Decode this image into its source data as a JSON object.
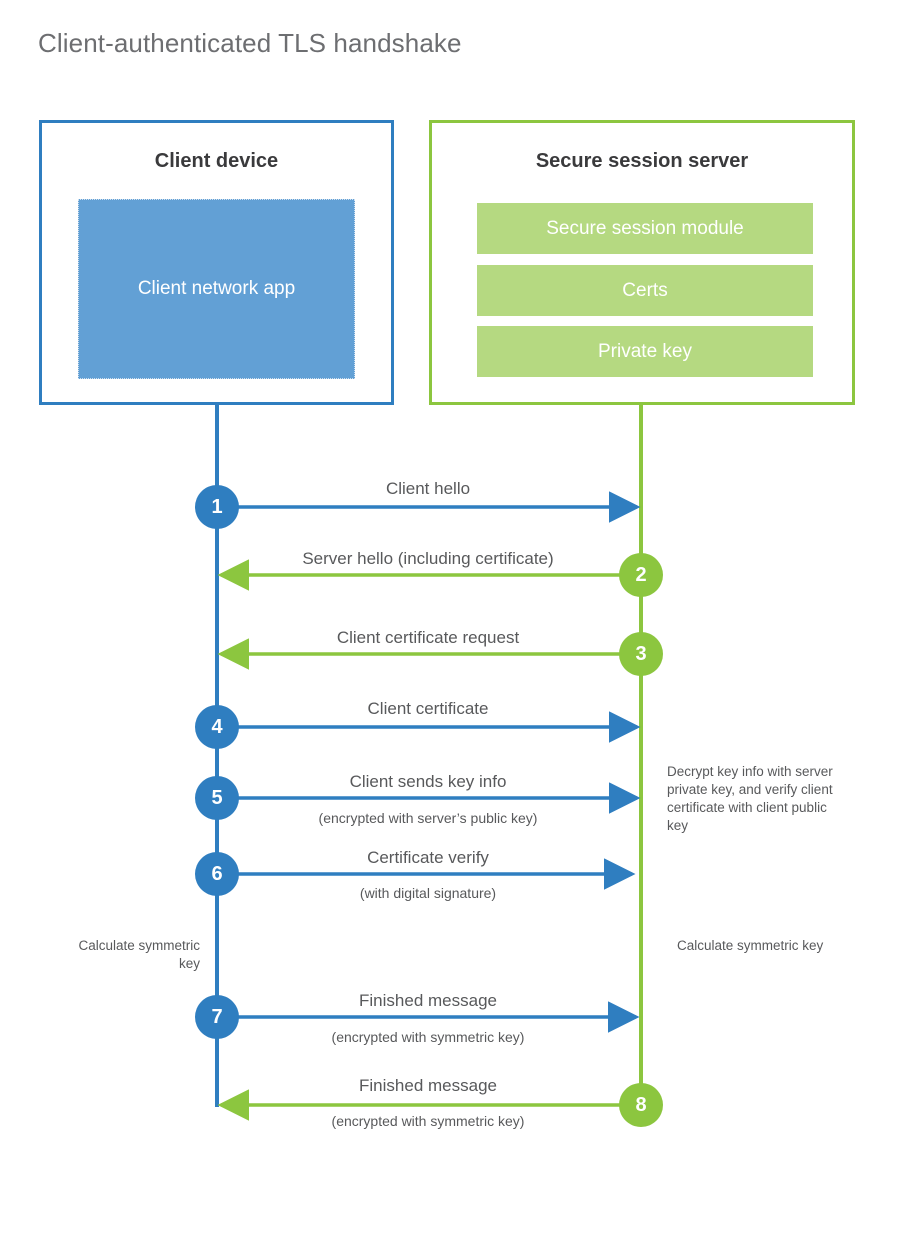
{
  "page_title": "Client-authenticated TLS handshake",
  "colors": {
    "client_blue": "#2f7ec0",
    "client_app_fill": "#62a0d5",
    "server_green": "#8cc63f",
    "server_bar_fill": "#b5d981",
    "text_gray": "#58595b",
    "title_gray": "#6d6e71"
  },
  "client": {
    "title": "Client device",
    "app_label": "Client network app"
  },
  "server": {
    "title": "Secure session server",
    "components": [
      {
        "label": "Secure session module"
      },
      {
        "label": "Certs"
      },
      {
        "label": "Private key"
      }
    ]
  },
  "notes": {
    "decrypt": "Decrypt key info with server private key, and verify client certificate with client public key",
    "calculate_symmetric_key_client": "Calculate symmetric key",
    "calculate_symmetric_key_server": "Calculate symmetric key"
  },
  "chart_data": {
    "type": "sequence-diagram",
    "title": "Client-authenticated TLS handshake",
    "actors": [
      "Client device",
      "Secure session server"
    ],
    "steps": [
      {
        "number": "1",
        "label": "Client hello",
        "sublabel": "",
        "direction": "client-to-server",
        "color": "#2f7ec0"
      },
      {
        "number": "2",
        "label": "Server hello (including certificate)",
        "sublabel": "",
        "direction": "server-to-client",
        "color": "#8cc63f"
      },
      {
        "number": "3",
        "label": "Client certificate request",
        "sublabel": "",
        "direction": "server-to-client",
        "color": "#8cc63f"
      },
      {
        "number": "4",
        "label": "Client certificate",
        "sublabel": "",
        "direction": "client-to-server",
        "color": "#2f7ec0"
      },
      {
        "number": "5",
        "label": "Client sends key info",
        "sublabel": "(encrypted with server’s public key)",
        "direction": "client-to-server",
        "color": "#2f7ec0"
      },
      {
        "number": "6",
        "label": "Certificate verify",
        "sublabel": "(with digital signature)",
        "direction": "client-to-server",
        "color": "#2f7ec0"
      },
      {
        "number": "7",
        "label": "Finished message",
        "sublabel": "(encrypted with symmetric key)",
        "direction": "client-to-server",
        "color": "#2f7ec0"
      },
      {
        "number": "8",
        "label": "Finished message",
        "sublabel": "(encrypted with symmetric key)",
        "direction": "server-to-client",
        "color": "#8cc63f"
      }
    ]
  }
}
